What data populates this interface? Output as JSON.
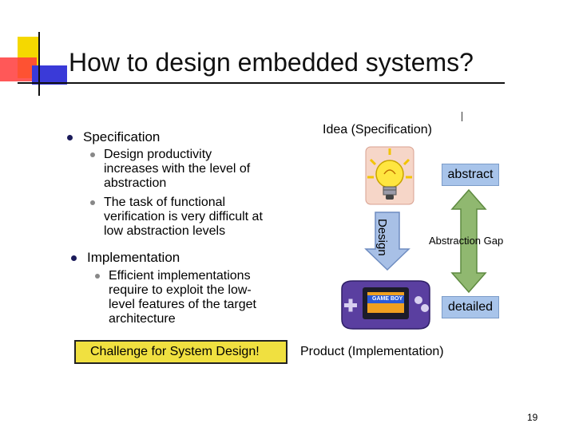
{
  "slide": {
    "title": "How to design embedded systems?",
    "number": "19"
  },
  "left": {
    "spec_heading": "Specification",
    "spec_points": [
      "Design productivity increases with the level of abstraction",
      "The task of functional verification is very difficult at low abstraction levels"
    ],
    "impl_heading": "Implementation",
    "impl_points": [
      "Efficient implementations require to exploit the low-level features of the target architecture"
    ],
    "challenge": "Challenge for System Design!"
  },
  "diagram": {
    "idea_label": "Idea (Specification)",
    "design_label": "Design",
    "abstract_label": "abstract",
    "gap_label": "Abstraction Gap",
    "detailed_label": "detailed",
    "product_label": "Product (Implementation)",
    "device_label": "GAME BOY",
    "colors": {
      "box": "#a8c4ea",
      "arrow": "#90b870",
      "design_arrow": "#a8c0e6",
      "device": "#5a3fa0"
    }
  }
}
